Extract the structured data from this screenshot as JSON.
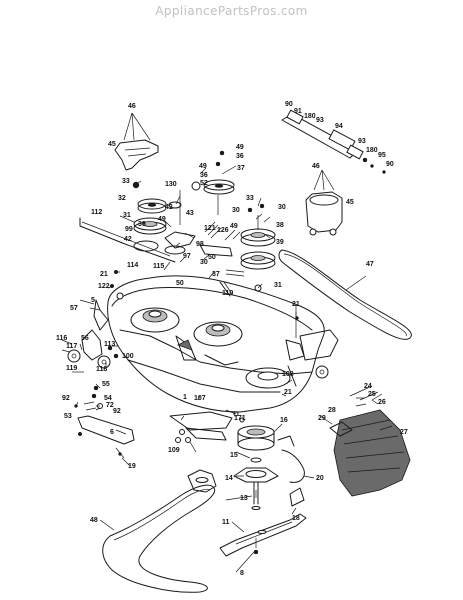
{
  "watermark": "AppliancePartsPros.com",
  "labels": [
    {
      "key": "l46a",
      "text": "46"
    },
    {
      "key": "l45a",
      "text": "45"
    },
    {
      "key": "l33a",
      "text": "33"
    },
    {
      "key": "l49a",
      "text": "49"
    },
    {
      "key": "l36a",
      "text": "36"
    },
    {
      "key": "l49b",
      "text": "49"
    },
    {
      "key": "l36b",
      "text": "36"
    },
    {
      "key": "l37a",
      "text": "37"
    },
    {
      "key": "l130",
      "text": "130"
    },
    {
      "key": "l52",
      "text": "52"
    },
    {
      "key": "l32",
      "text": "32"
    },
    {
      "key": "l42a",
      "text": "42"
    },
    {
      "key": "l49c",
      "text": "49"
    },
    {
      "key": "l31a",
      "text": "31"
    },
    {
      "key": "l36c",
      "text": "36"
    },
    {
      "key": "l43",
      "text": "43"
    },
    {
      "key": "l99",
      "text": "99"
    },
    {
      "key": "l121",
      "text": "121"
    },
    {
      "key": "l112",
      "text": "112"
    },
    {
      "key": "l42b",
      "text": "42"
    },
    {
      "key": "l98",
      "text": "98"
    },
    {
      "key": "l115",
      "text": "115"
    },
    {
      "key": "l97",
      "text": "97"
    },
    {
      "key": "l50a",
      "text": "50"
    },
    {
      "key": "l50b",
      "text": "50"
    },
    {
      "key": "l114",
      "text": "114"
    },
    {
      "key": "l21a",
      "text": "21"
    },
    {
      "key": "l122",
      "text": "122"
    },
    {
      "key": "l30a",
      "text": "30"
    },
    {
      "key": "l37b",
      "text": "37"
    },
    {
      "key": "l110",
      "text": "110"
    },
    {
      "key": "l57",
      "text": "57"
    },
    {
      "key": "l5",
      "text": "5"
    },
    {
      "key": "l116",
      "text": "116"
    },
    {
      "key": "l117",
      "text": "117"
    },
    {
      "key": "l56",
      "text": "56"
    },
    {
      "key": "l113",
      "text": "113"
    },
    {
      "key": "l100",
      "text": "100"
    },
    {
      "key": "l118",
      "text": "118"
    },
    {
      "key": "l119",
      "text": "119"
    },
    {
      "key": "l55",
      "text": "55"
    },
    {
      "key": "l92a",
      "text": "92"
    },
    {
      "key": "l54",
      "text": "54"
    },
    {
      "key": "l72",
      "text": "72"
    },
    {
      "key": "l92b",
      "text": "92"
    },
    {
      "key": "l53",
      "text": "53"
    },
    {
      "key": "l6",
      "text": "6"
    },
    {
      "key": "l19",
      "text": "19"
    },
    {
      "key": "l90a",
      "text": "90"
    },
    {
      "key": "l91",
      "text": "91"
    },
    {
      "key": "l180a",
      "text": "180"
    },
    {
      "key": "l93a",
      "text": "93"
    },
    {
      "key": "l94",
      "text": "94"
    },
    {
      "key": "l93b",
      "text": "93"
    },
    {
      "key": "l180b",
      "text": "180"
    },
    {
      "key": "l95",
      "text": "95"
    },
    {
      "key": "l90b",
      "text": "90"
    },
    {
      "key": "l46b",
      "text": "46"
    },
    {
      "key": "l45b",
      "text": "45"
    },
    {
      "key": "l33b",
      "text": "33"
    },
    {
      "key": "l30b",
      "text": "30"
    },
    {
      "key": "l30c",
      "text": "30"
    },
    {
      "key": "l126",
      "text": "126"
    },
    {
      "key": "l49d",
      "text": "49"
    },
    {
      "key": "l38",
      "text": "38"
    },
    {
      "key": "l39",
      "text": "39"
    },
    {
      "key": "l47",
      "text": "47"
    },
    {
      "key": "l31b",
      "text": "31"
    },
    {
      "key": "l21b",
      "text": "21"
    },
    {
      "key": "l1",
      "text": "1"
    },
    {
      "key": "l108",
      "text": "108"
    },
    {
      "key": "l21c",
      "text": "21"
    },
    {
      "key": "l107",
      "text": "107"
    },
    {
      "key": "l171",
      "text": "171"
    },
    {
      "key": "l109",
      "text": "109"
    },
    {
      "key": "l16",
      "text": "16"
    },
    {
      "key": "l15",
      "text": "15"
    },
    {
      "key": "l14",
      "text": "14"
    },
    {
      "key": "l20",
      "text": "20"
    },
    {
      "key": "l13",
      "text": "13"
    },
    {
      "key": "l18",
      "text": "18"
    },
    {
      "key": "l11",
      "text": "11"
    },
    {
      "key": "l8",
      "text": "8"
    },
    {
      "key": "l48",
      "text": "48"
    },
    {
      "key": "l24",
      "text": "24"
    },
    {
      "key": "l25",
      "text": "25"
    },
    {
      "key": "l28",
      "text": "28"
    },
    {
      "key": "l29",
      "text": "29"
    },
    {
      "key": "l26",
      "text": "26"
    },
    {
      "key": "l27",
      "text": "27"
    }
  ]
}
